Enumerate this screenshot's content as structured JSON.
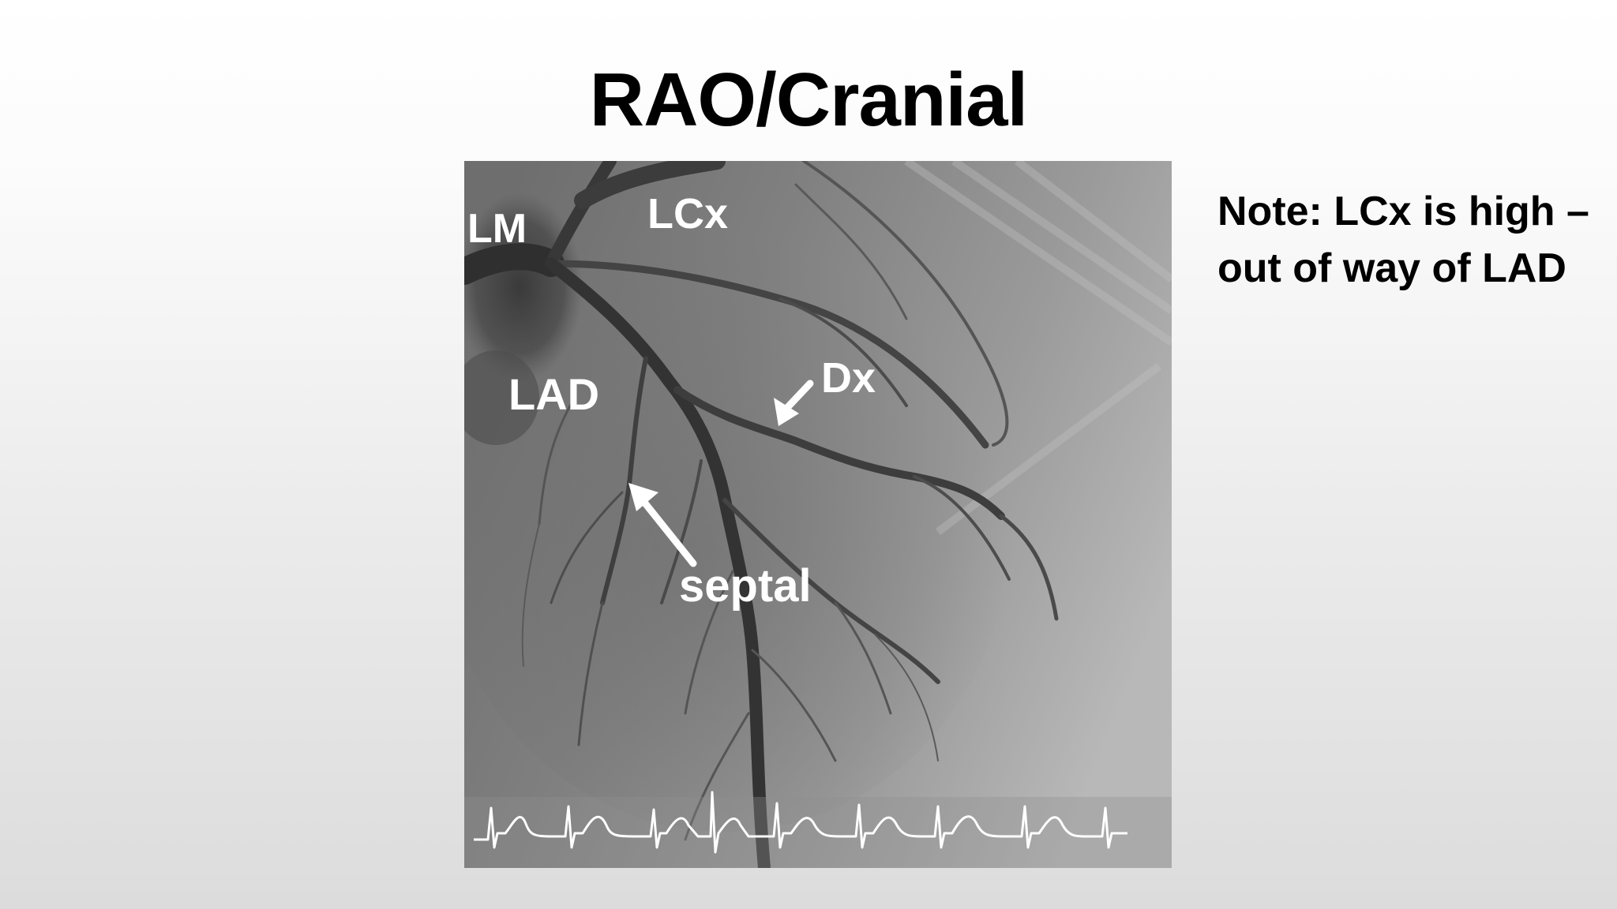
{
  "slide": {
    "title": "RAO/Cranial"
  },
  "angiogram": {
    "labels": {
      "lm": "LM",
      "lcx": "LCx",
      "lad": "LAD",
      "dx": "Dx",
      "septal": "septal"
    }
  },
  "note": {
    "line1": "Note: LCx is high –",
    "line2": "out of way of LAD"
  }
}
